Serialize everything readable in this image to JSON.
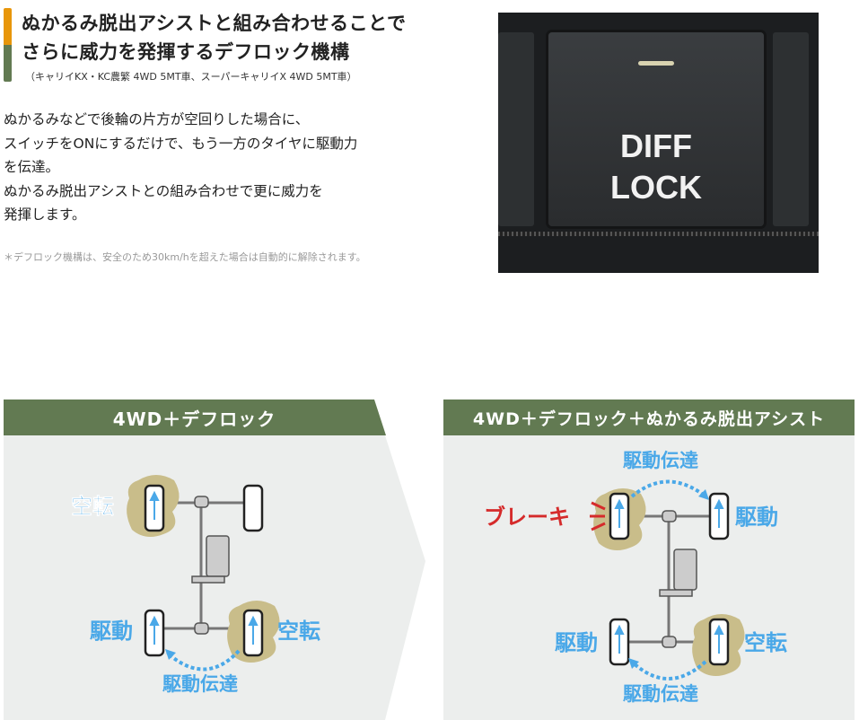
{
  "heading": {
    "line1": "ぬかるみ脱出アシストと組み合わせることで",
    "line2": "さらに威力を発揮するデフロック機構",
    "sub": "（キャリイKX・KC農繁 4WD 5MT車、スーパーキャリイX 4WD 5MT車）"
  },
  "body": [
    "ぬかるみなどで後輪の片方が空回りした場合に、",
    "スイッチをONにするだけで、もう一方のタイヤに駆動力",
    "を伝達。",
    "ぬかるみ脱出アシストとの組み合わせで更に威力を",
    "発揮します。"
  ],
  "note": "＊デフロック機構は、安全のため30km/hを超えた場合は自動的に解除されます。",
  "photo": {
    "line1": "DIFF",
    "line2": "LOCK"
  },
  "left_diagram": {
    "title": "4WD＋デフロック",
    "spin_front": "空転",
    "drive_rear": "駆動",
    "spin_rear": "空転",
    "transfer": "駆動伝達"
  },
  "right_diagram": {
    "title": "4WD＋デフロック＋ぬかるみ脱出アシスト",
    "brake": "ブレーキ",
    "drive_front": "駆動",
    "transfer_top": "駆動伝達",
    "drive_rear": "駆動",
    "spin_rear": "空転",
    "transfer_bottom": "駆動伝達"
  },
  "colors": {
    "green": "#627a52",
    "orange": "#e8960a",
    "blue": "#4aa8e8",
    "red": "#d52b2b",
    "panel": "#eceeed"
  }
}
